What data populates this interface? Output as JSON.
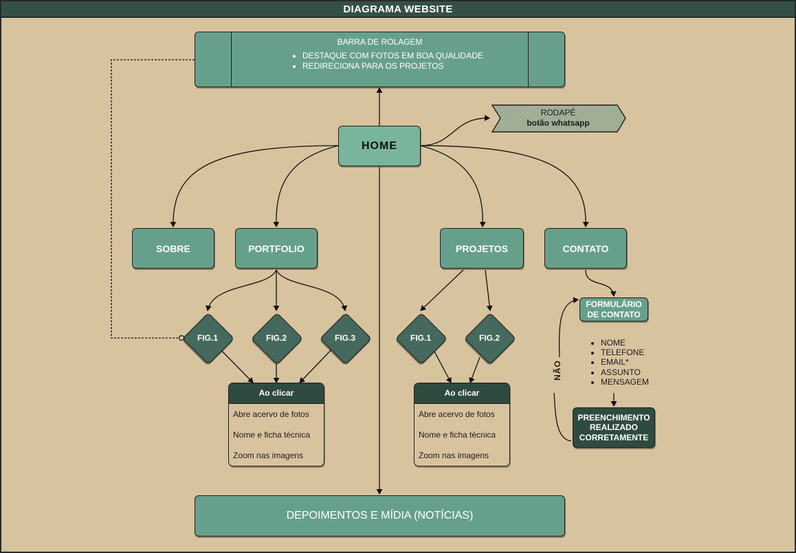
{
  "title": "DIAGRAMA WEBSITE",
  "scroll_bar": {
    "title": "BARRA DE ROLAGEM",
    "bullets": [
      "DESTAQUE COM FOTOS EM BOA QUALIDADE",
      "REDIRECIONA PARA OS PROJETOS"
    ]
  },
  "home": "HOME",
  "footer": {
    "line1": "RODAPÉ",
    "line2": "botão whatsapp"
  },
  "nav": {
    "sobre": "SOBRE",
    "portfolio": "PORTFOLIO",
    "projetos": "PROJETOS",
    "contato": "CONTATO"
  },
  "portfolio_figs": [
    "FIG.1",
    "FIG.2",
    "FIG.3"
  ],
  "projetos_figs": [
    "FIG.1",
    "FIG.2"
  ],
  "on_click": {
    "header": "Ao clicar",
    "items": [
      "Abre acervo de fotos",
      "Nome e ficha técnica",
      "Zoom nas imagens"
    ]
  },
  "contact_form": {
    "title": "FORMULÁRIO DE CONTATO",
    "fields": [
      "NOME",
      "TELEFONE",
      "EMAIL*",
      "ASSUNTO",
      "MENSAGEM"
    ],
    "no_label": "NÃO",
    "done": "PREENCHIMENTO REALIZADO CORRETAMENTE"
  },
  "media": "DEPOIMENTOS E MÍDIA (NOTÍCIAS)",
  "colors": {
    "dark_green": "#2f4b3f",
    "green": "#67a08a",
    "light_green": "#79b59d",
    "background": "#d8c39f"
  }
}
